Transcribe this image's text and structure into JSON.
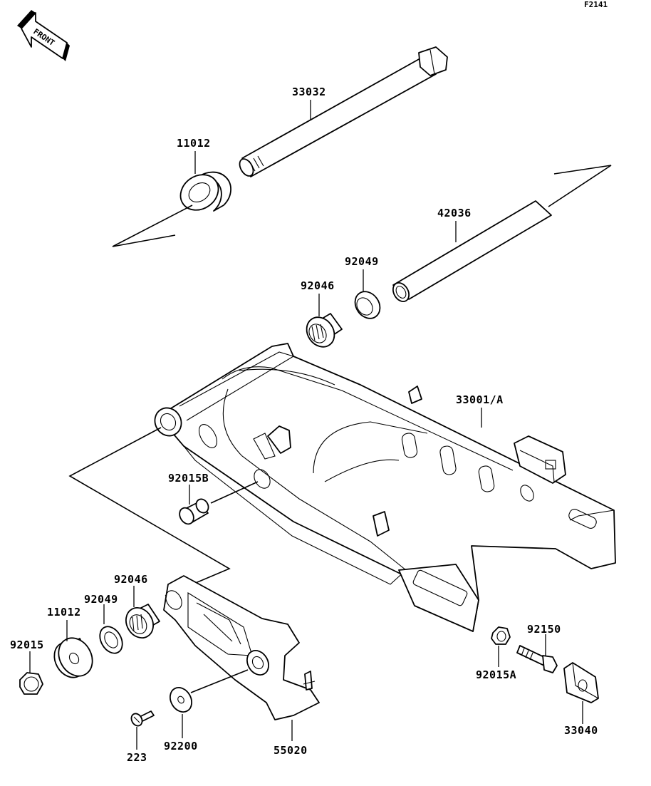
{
  "diagram_code": "F2141",
  "front_arrow": {
    "label": "FRONT",
    "icon": "front-arrow-icon"
  },
  "labels": {
    "p33032": "33032",
    "p11012_top": "11012",
    "p42036": "42036",
    "p92049_top": "92049",
    "p92046_top": "92046",
    "p33001": "33001/A",
    "p92015B": "92015B",
    "p92046_bot": "92046",
    "p92049_bot": "92049",
    "p11012_bot": "11012",
    "p92015": "92015",
    "p92150": "92150",
    "p92015A": "92015A",
    "p33040": "33040",
    "p223": "223",
    "p92200": "92200",
    "p55020": "55020"
  }
}
